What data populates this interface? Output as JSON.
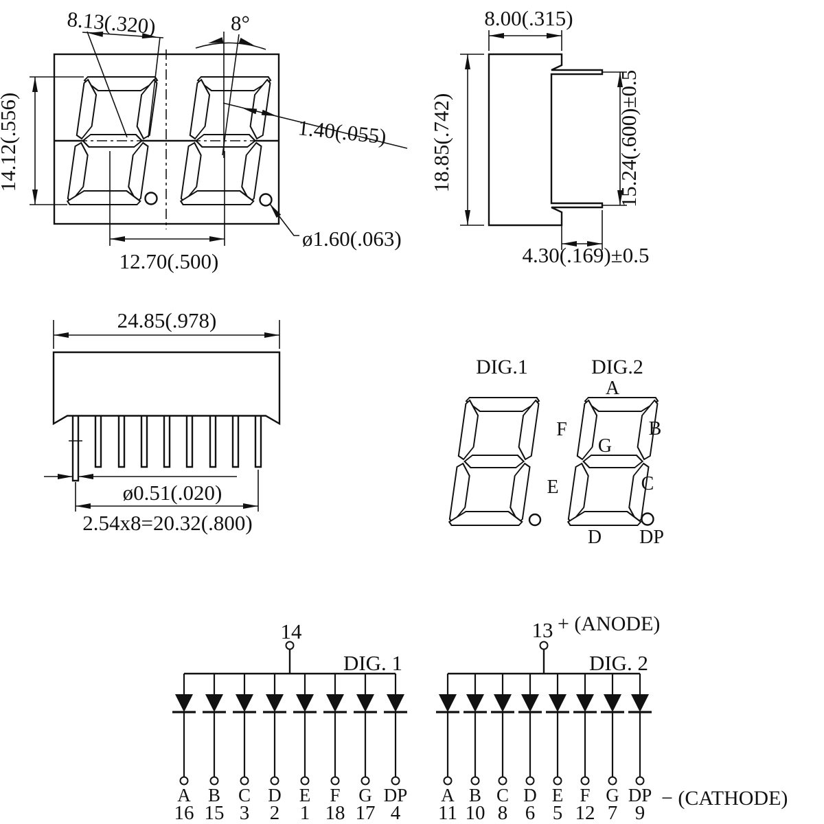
{
  "front_view": {
    "width_dim": "8.13(.320)",
    "tilt_dim": "8°",
    "height_dim": "14.12(.556)",
    "segment_width_dim": "1.40(.055)",
    "center_spacing_dim": "12.70(.500)",
    "dp_diameter_dim": "ø1.60(.063)"
  },
  "side_view": {
    "depth_dim": "8.00(.315)",
    "height_dim": "18.85(.742)",
    "lead_span_dim": "15.24(.600)±0.5",
    "lead_length_dim": "4.30(.169)±0.5"
  },
  "bottom_view": {
    "width_dim": "24.85(.978)",
    "lead_diameter_dim": "ø0.51(.020)",
    "lead_pitch_dim": "2.54x8=20.32(.800)"
  },
  "segment_diagram": {
    "dig1_title": "DIG.1",
    "dig2_title": "DIG.2",
    "segment_labels": {
      "a": "A",
      "f": "F",
      "b": "B",
      "g": "G",
      "e": "E",
      "c": "C",
      "d": "D",
      "dp": "DP"
    }
  },
  "schematic": {
    "dig1": {
      "common_pin": "14",
      "title": "DIG. 1",
      "pins": [
        {
          "segment": "A",
          "pin": "16"
        },
        {
          "segment": "B",
          "pin": "15"
        },
        {
          "segment": "C",
          "pin": "3"
        },
        {
          "segment": "D",
          "pin": "2"
        },
        {
          "segment": "E",
          "pin": "1"
        },
        {
          "segment": "F",
          "pin": "18"
        },
        {
          "segment": "G",
          "pin": "17"
        },
        {
          "segment": "DP",
          "pin": "4"
        }
      ]
    },
    "dig2": {
      "common_pin": "13",
      "anode_label": "+ (ANODE)",
      "title": "DIG. 2",
      "pins": [
        {
          "segment": "A",
          "pin": "11"
        },
        {
          "segment": "B",
          "pin": "10"
        },
        {
          "segment": "C",
          "pin": "8"
        },
        {
          "segment": "D",
          "pin": "6"
        },
        {
          "segment": "E",
          "pin": "5"
        },
        {
          "segment": "F",
          "pin": "12"
        },
        {
          "segment": "G",
          "pin": "7"
        },
        {
          "segment": "DP",
          "pin": "9"
        }
      ]
    },
    "cathode_label": "− (CATHODE)"
  },
  "colors": {
    "line": "#111111",
    "background": "#ffffff"
  }
}
